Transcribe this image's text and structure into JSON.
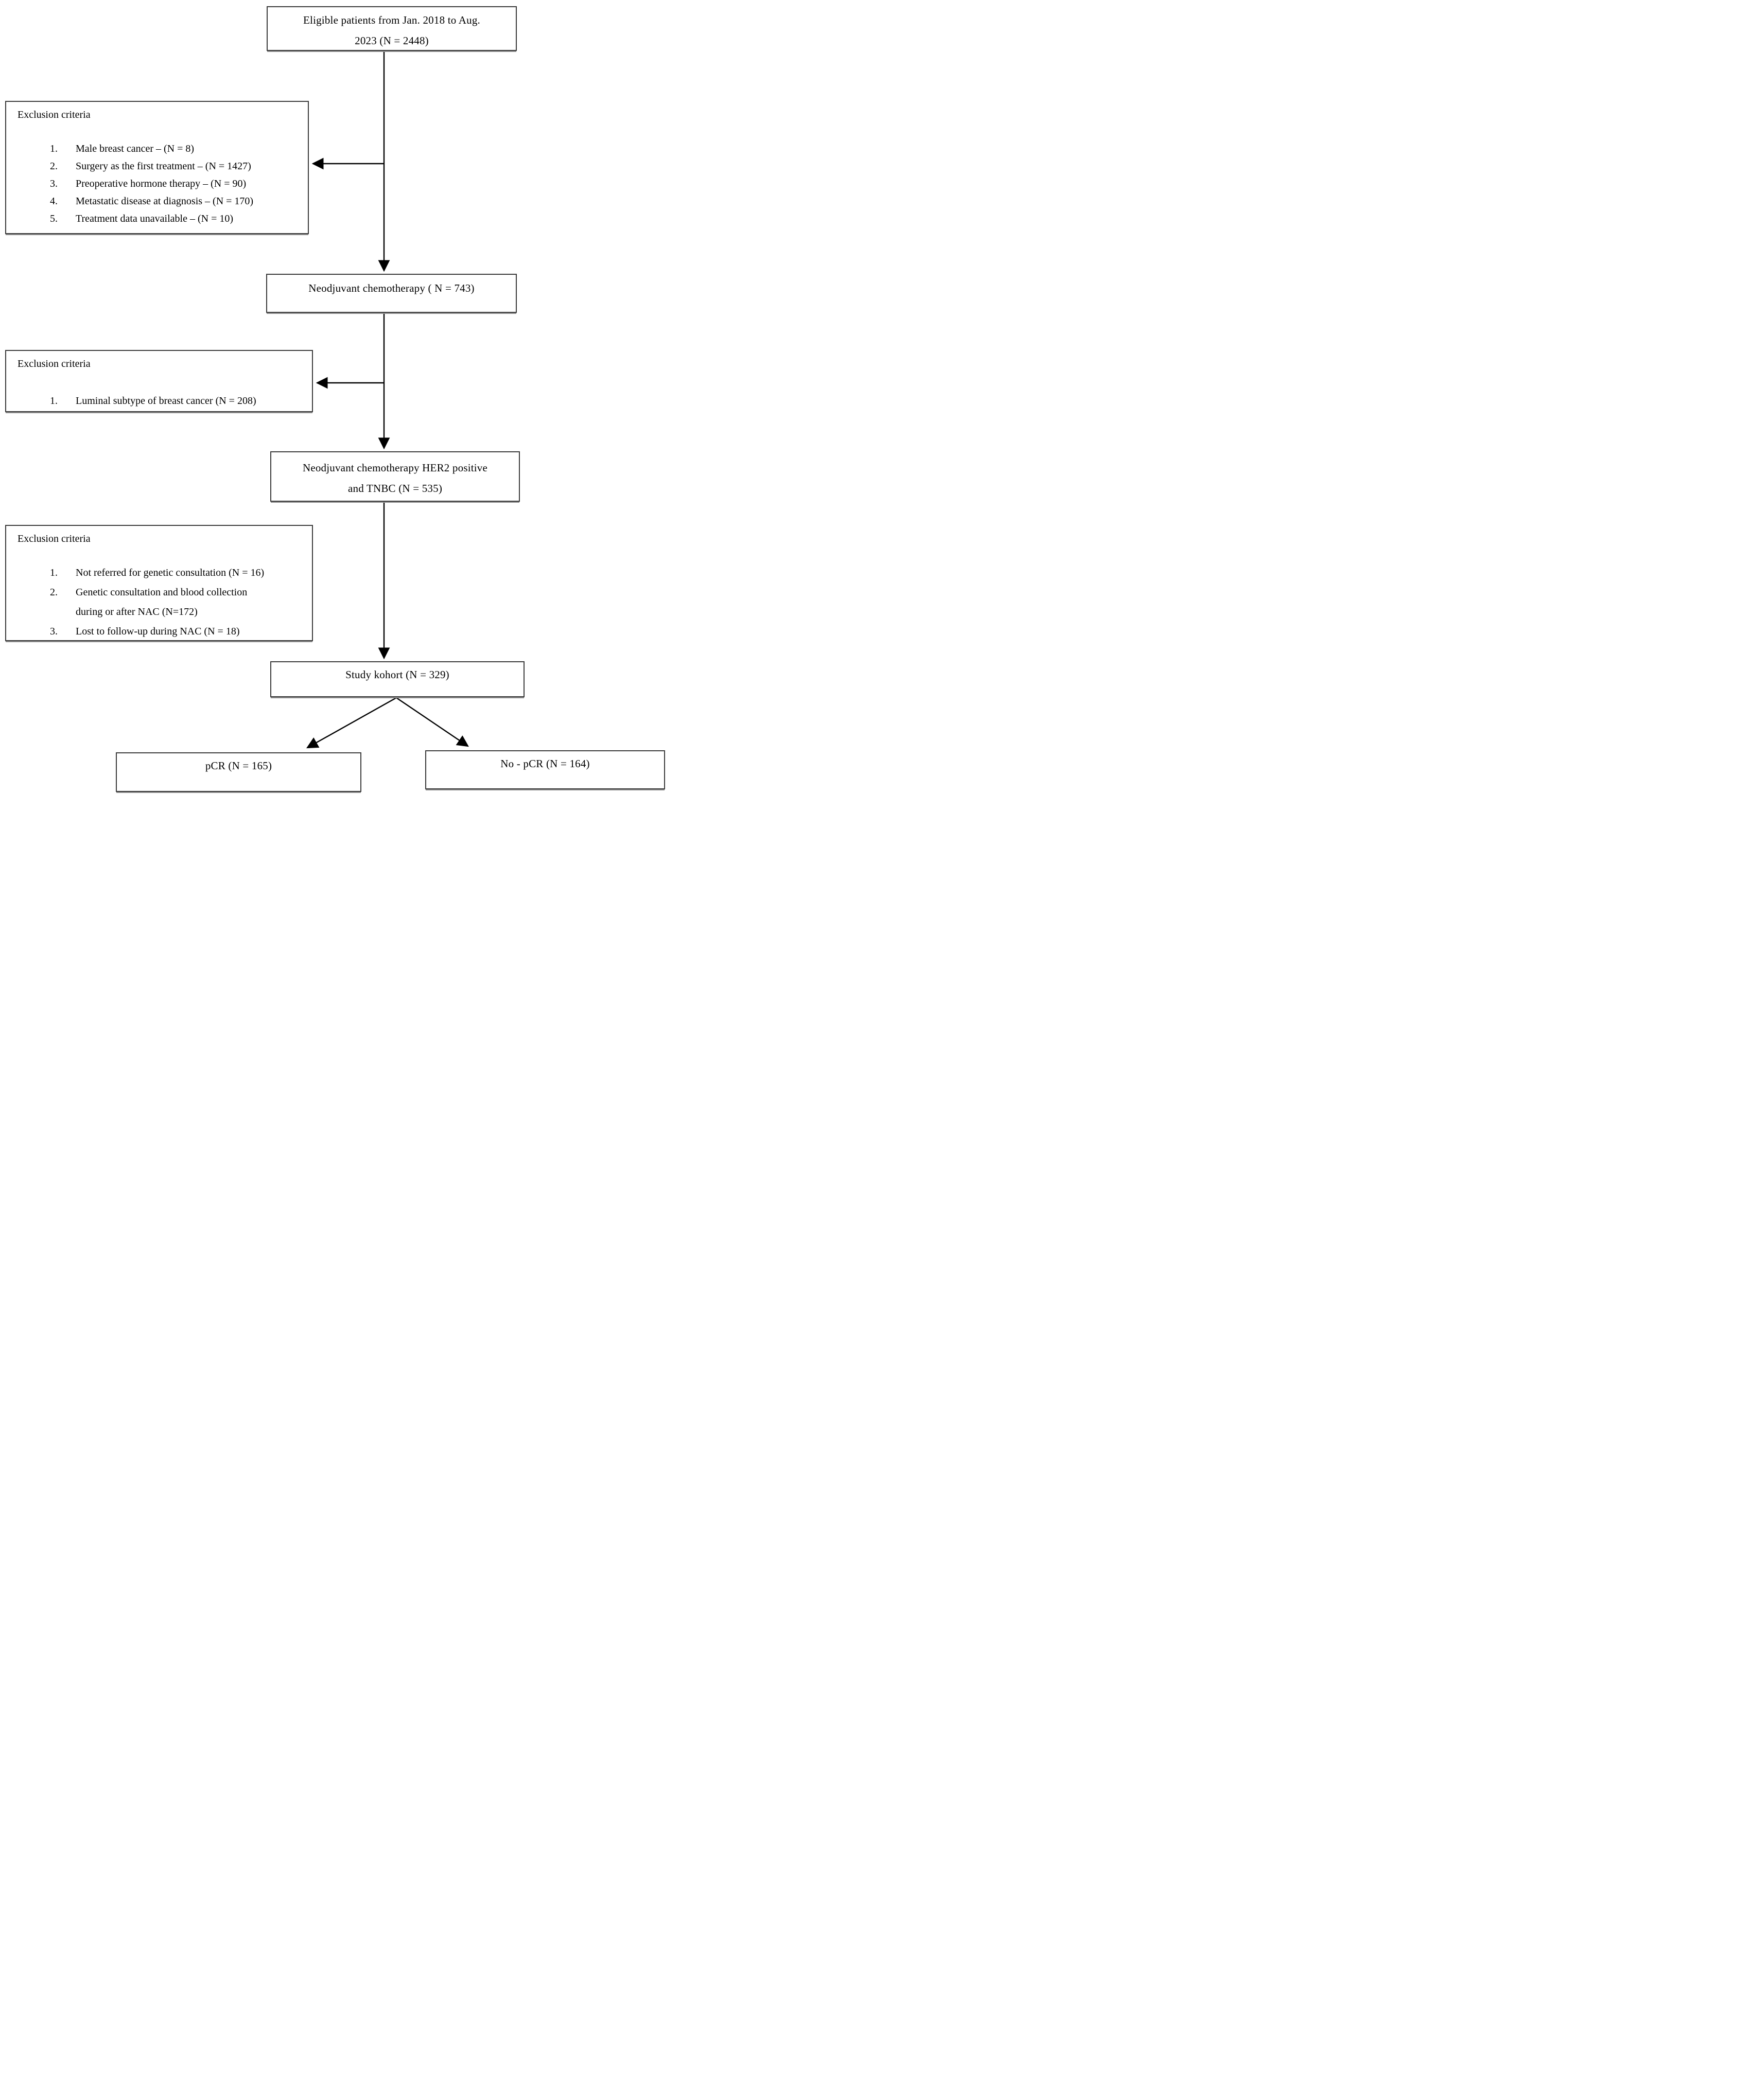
{
  "page": {
    "background": "#ffffff"
  },
  "colors": {
    "box_border": "#3c3c3c",
    "box_shadow": "#8f8f8f",
    "connector_line": "#000000",
    "text": "#000000"
  },
  "flowchart": {
    "top_box": {
      "lines": [
        "Eligible patients from Jan. 2018 to Aug.",
        "2023 (N = 2448)"
      ]
    },
    "exclusion_box_1": {
      "title": "Exclusion criteria",
      "items": [
        {
          "num": "1.",
          "lines": [
            "Male breast cancer – (N = 8)"
          ]
        },
        {
          "num": "2.",
          "lines": [
            "Surgery as the first treatment – (N = 1427)"
          ]
        },
        {
          "num": "3.",
          "lines": [
            "Preoperative hormone therapy – (N = 90)"
          ]
        },
        {
          "num": "4.",
          "lines": [
            "Metastatic disease at diagnosis – (N = 170)"
          ]
        },
        {
          "num": "5.",
          "lines": [
            "Treatment data unavailable – (N = 10)"
          ]
        }
      ]
    },
    "nac_box": {
      "lines": [
        "Neodjuvant chemotherapy ( N = 743)"
      ]
    },
    "exclusion_box_2": {
      "title": "Exclusion criteria",
      "items": [
        {
          "num": "1.",
          "lines": [
            "Luminal subtype of breast cancer (N = 208)"
          ]
        }
      ]
    },
    "her2_box": {
      "lines": [
        "Neodjuvant chemotherapy HER2 positive",
        "and TNBC (N = 535)"
      ]
    },
    "exclusion_box_3": {
      "title": "Exclusion criteria",
      "items": [
        {
          "num": "1.",
          "lines": [
            "Not referred for genetic consultation (N = 16)"
          ]
        },
        {
          "num": "2.",
          "lines": [
            "Genetic consultation and blood collection",
            "during or after NAC (N=172)"
          ]
        },
        {
          "num": "3.",
          "lines": [
            "Lost to follow-up during NAC (N = 18)"
          ]
        }
      ]
    },
    "study_box": {
      "lines": [
        "Study kohort (N = 329)"
      ]
    },
    "pcr_box": {
      "lines": [
        "pCR (N = 165)"
      ]
    },
    "no_pcr_box": {
      "lines": [
        "No - pCR (N = 164)"
      ]
    }
  }
}
